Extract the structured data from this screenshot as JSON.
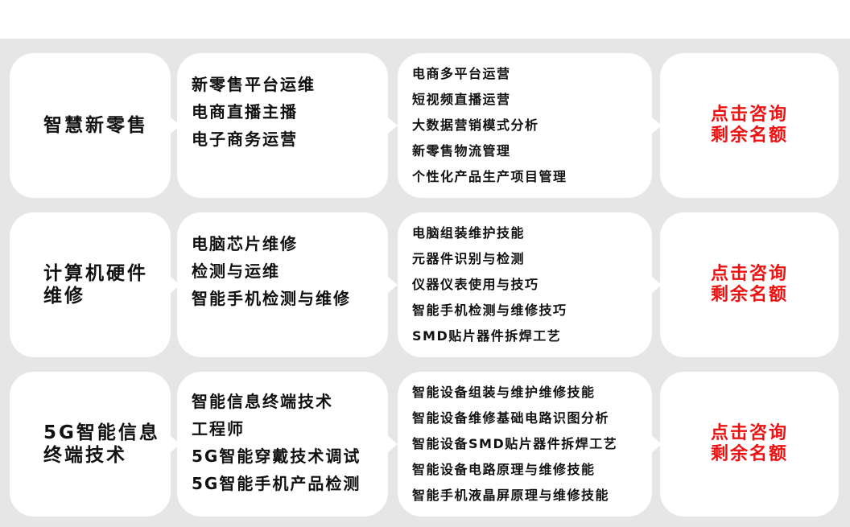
{
  "rows": [
    {
      "category": [
        "智慧新零售"
      ],
      "majors": [
        "新零售平台运维",
        "电商直播主播",
        "电子商务运营"
      ],
      "skills": [
        "电商多平台运营",
        "短视频直播运营",
        "大数据营销模式分析",
        "新零售物流管理",
        "个性化产品生产项目管理"
      ],
      "cta": [
        "点击咨询",
        "剩余名额"
      ]
    },
    {
      "category": [
        "计算机硬件",
        "维修"
      ],
      "majors": [
        "电脑芯片维修",
        "检测与运维",
        "智能手机检测与维修"
      ],
      "skills": [
        "电脑组装维护技能",
        "元器件识别与检测",
        "仪器仪表使用与技巧",
        "智能手机检测与维修技巧",
        "SMD贴片器件拆焊工艺"
      ],
      "cta": [
        "点击咨询",
        "剩余名额"
      ]
    },
    {
      "category": [
        "5G智能信息",
        "终端技术"
      ],
      "majors": [
        "智能信息终端技术",
        "工程师",
        "5G智能穿戴技术调试",
        "5G智能手机产品检测"
      ],
      "skills": [
        "智能设备组装与维护维修技能",
        "智能设备维修基础电路识图分析",
        "智能设备SMD贴片器件拆焊工艺",
        "智能设备电路原理与维修技能",
        "智能手机液晶屏原理与维修技能"
      ],
      "cta": [
        "点击咨询",
        "剩余名额"
      ]
    }
  ]
}
